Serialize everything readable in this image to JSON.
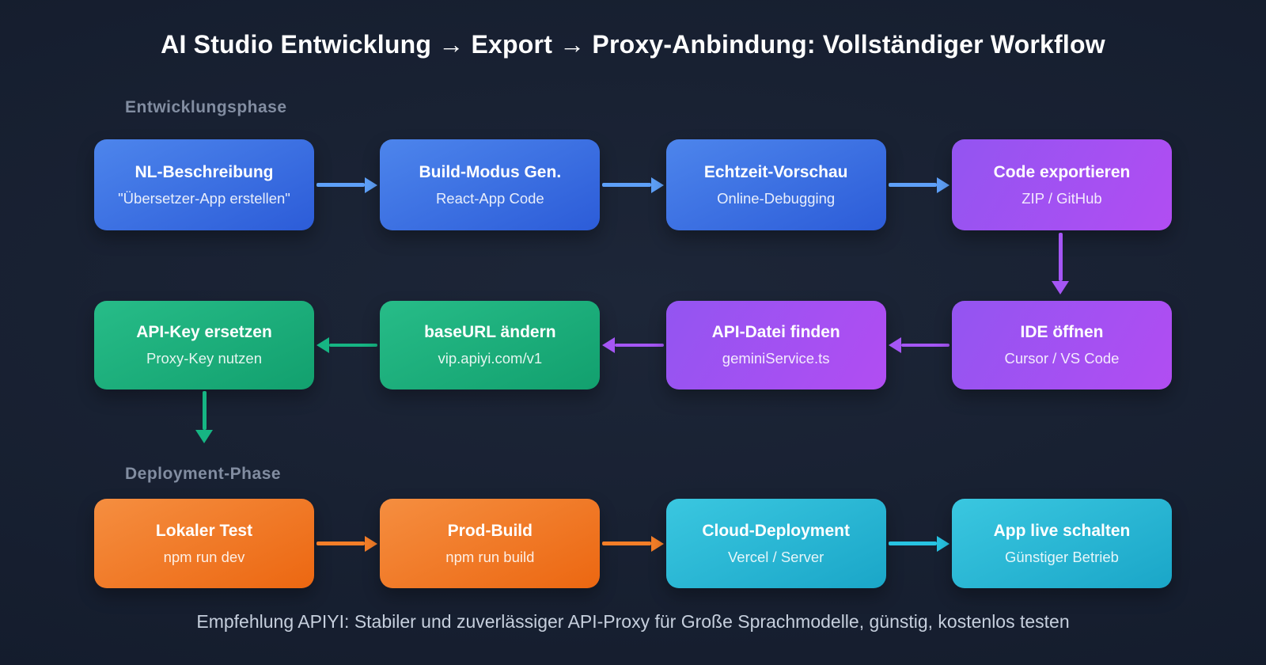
{
  "title": "AI Studio Entwicklung → Export → Proxy-Anbindung: Vollständiger Workflow",
  "footer": "Empfehlung APIYI: Stabiler und zuverlässiger API-Proxy für Große Sprachmodelle, günstig, kostenlos testen",
  "rows": [
    {
      "label": "Entwicklungsphase",
      "direction": "right",
      "boxes": [
        {
          "title": "NL-Beschreibung",
          "subtitle": "\"Übersetzer-App erstellen\"",
          "color": "blue"
        },
        {
          "title": "Build-Modus Gen.",
          "subtitle": "React-App Code",
          "color": "blue"
        },
        {
          "title": "Echtzeit-Vorschau",
          "subtitle": "Online-Debugging",
          "color": "blue"
        },
        {
          "title": "Code exportieren",
          "subtitle": "ZIP / GitHub",
          "color": "purple"
        }
      ],
      "arrow_colors": [
        "blue",
        "blue",
        "blue"
      ]
    },
    {
      "label": "",
      "direction": "left",
      "boxes": [
        {
          "title": "API-Key ersetzen",
          "subtitle": "Proxy-Key nutzen",
          "color": "green"
        },
        {
          "title": "baseURL ändern",
          "subtitle": "vip.apiyi.com/v1",
          "color": "green"
        },
        {
          "title": "API-Datei finden",
          "subtitle": "geminiService.ts",
          "color": "purple"
        },
        {
          "title": "IDE öffnen",
          "subtitle": "Cursor / VS Code",
          "color": "purple"
        }
      ],
      "arrow_colors": [
        "green",
        "purple",
        "purple"
      ]
    },
    {
      "label": "Deployment-Phase",
      "direction": "right",
      "boxes": [
        {
          "title": "Lokaler Test",
          "subtitle": "npm run dev",
          "color": "orange"
        },
        {
          "title": "Prod-Build",
          "subtitle": "npm run build",
          "color": "orange"
        },
        {
          "title": "Cloud-Deployment",
          "subtitle": "Vercel / Server",
          "color": "cyan"
        },
        {
          "title": "App live schalten",
          "subtitle": "Günstiger Betrieb",
          "color": "cyan"
        }
      ],
      "arrow_colors": [
        "orange",
        "orange",
        "cyan"
      ]
    }
  ],
  "connectors": [
    {
      "from": "Code exportieren",
      "to": "IDE öffnen",
      "color": "purple",
      "direction": "down"
    },
    {
      "from": "API-Key ersetzen",
      "to": "Deployment-Phase",
      "color": "green",
      "direction": "down"
    }
  ],
  "colors": {
    "bg_outer": "#111929",
    "bg_inner": "#1d2638",
    "phase_label": "#828da1",
    "footer_text": "#c6cfdd",
    "arrow_blue": "#5ea0f8",
    "arrow_purple": "#a556f5",
    "arrow_green": "#16b583",
    "arrow_orange": "#f47e28",
    "arrow_cyan": "#27c3e2",
    "box_blue_a": "#4d85ec",
    "box_blue_b": "#2c5cd8",
    "box_purple_a": "#9355f1",
    "box_purple_b": "#b14df2",
    "box_green_a": "#27bc88",
    "box_green_b": "#12a06e",
    "box_orange_a": "#f58e40",
    "box_orange_b": "#ec6711",
    "box_cyan_a": "#3ac7e0",
    "box_cyan_b": "#1aa6c8"
  }
}
